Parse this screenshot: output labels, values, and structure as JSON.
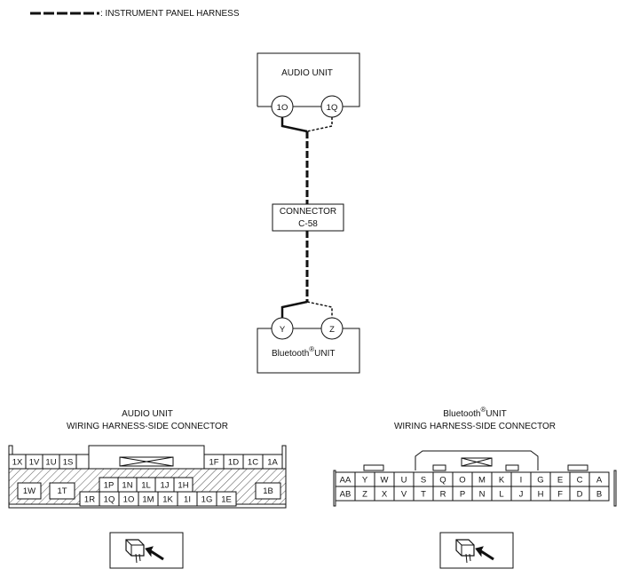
{
  "legend": {
    "text": ": INSTRUMENT PANEL HARNESS"
  },
  "audio_unit": {
    "label": "AUDIO UNIT",
    "pins": [
      "1O",
      "1Q"
    ]
  },
  "connector": {
    "line1": "CONNECTOR",
    "line2": "C-58"
  },
  "bluetooth_unit": {
    "label_main": "Bluetooth",
    "label_reg": "®",
    "label_tail": "UNIT",
    "pins": [
      "Y",
      "Z"
    ]
  },
  "audio_connector": {
    "title_line1": "AUDIO UNIT",
    "title_line2": "WIRING HARNESS-SIDE CONNECTOR",
    "top_left": [
      "1X",
      "1V",
      "1U",
      "1S"
    ],
    "top_right": [
      "1F",
      "1D",
      "1C",
      "1A"
    ],
    "mid_row": [
      "1P",
      "1N",
      "1L",
      "1J",
      "1H"
    ],
    "bottom_row": [
      "1R",
      "1Q",
      "1O",
      "1M",
      "1K",
      "1I",
      "1G",
      "1E"
    ],
    "left_big": [
      "1W",
      "1T"
    ],
    "right_big": "1B"
  },
  "bt_connector": {
    "title_line1_main": "Bluetooth",
    "title_line1_reg": "®",
    "title_line1_tail": "UNIT",
    "title_line2": "WIRING HARNESS-SIDE CONNECTOR",
    "row1": [
      "AA",
      "Y",
      "W",
      "U",
      "S",
      "Q",
      "O",
      "M",
      "K",
      "I",
      "G",
      "E",
      "C",
      "A"
    ],
    "row2": [
      "AB",
      "Z",
      "X",
      "V",
      "T",
      "R",
      "P",
      "N",
      "L",
      "J",
      "H",
      "F",
      "D",
      "B"
    ]
  }
}
